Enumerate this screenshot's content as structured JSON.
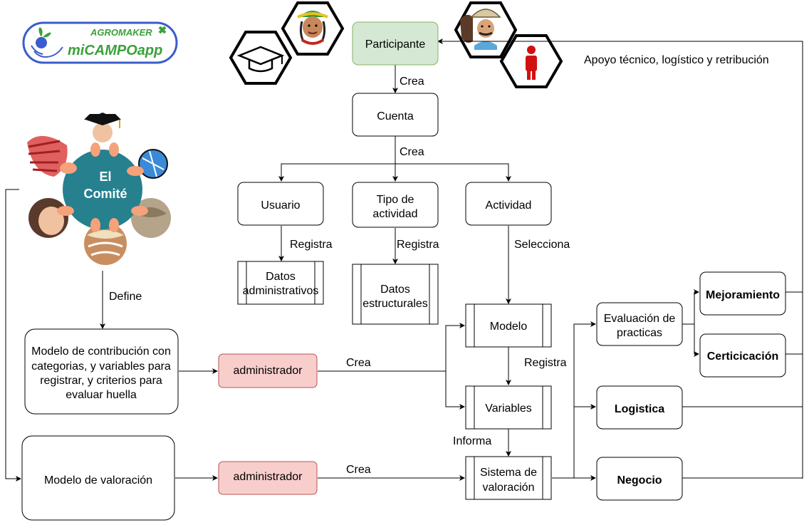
{
  "colors": {
    "participant_fill": "#d5e8d4",
    "participant_stroke": "#82b366",
    "admin_fill": "#f8cecc",
    "admin_stroke": "#b85450",
    "committee_circle": "#26808e",
    "hands": "#f5a27a",
    "logo_blue": "#3a5ccc",
    "logo_green": "#3aa13a",
    "hex_stroke": "#000000",
    "person_red": "#d21010"
  },
  "logo": {
    "top": "AGROMAKER",
    "bottom": "miCAMPOapp"
  },
  "committee": {
    "line1": "El",
    "line2": "Comité"
  },
  "nodes": {
    "participante": "Participante",
    "cuenta": "Cuenta",
    "usuario": "Usuario",
    "tipo_actividad": [
      "Tipo de",
      "actividad"
    ],
    "actividad": "Actividad",
    "datos_admin": [
      "Datos",
      "administrativos"
    ],
    "datos_estruct": [
      "Datos",
      "estructurales"
    ],
    "modelo": "Modelo",
    "variables": "Variables",
    "sistema": [
      "Sistema de",
      "valoración"
    ],
    "modelo_contrib": [
      "Modelo de contribución con",
      "categorias, y variables para",
      "registrar, y criterios para",
      "evaluar huella"
    ],
    "modelo_valoracion": "Modelo de valoración",
    "admin1": "administrador",
    "admin2": "administrador",
    "evaluacion": [
      "Evaluación de",
      "practicas"
    ],
    "mejoramiento": "Mejoramiento",
    "certificacion": "Certicicación",
    "logistica": "Logistica",
    "negocio": "Negocio"
  },
  "edge_labels": {
    "crea1": "Crea",
    "crea2": "Crea",
    "registra1": "Registra",
    "registra2": "Registra",
    "selecciona": "Selecciona",
    "define": "Define",
    "crea_admin1": "Crea",
    "crea_admin2": "Crea",
    "registra3": "Registra",
    "informa": "Informa",
    "apoyo": "Apoyo técnico, logístico y retribución"
  },
  "icons": [
    "graduation-cap-icon",
    "indigenous-person-icon",
    "farmer-icon",
    "person-icon"
  ]
}
